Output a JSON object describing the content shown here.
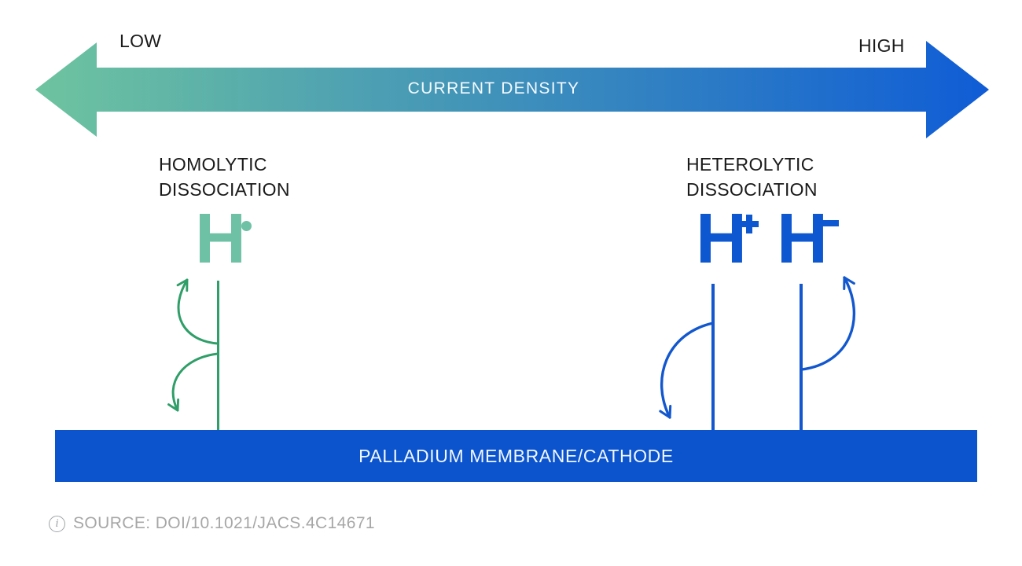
{
  "colors": {
    "teal_gradient_start": "#6EC49F",
    "teal_species": "#6FC1A6",
    "teal_stroke": "#2F9E68",
    "blue_gradient_end": "#0F5CD6",
    "blue_species": "#0D57D0",
    "blue_stroke": "#1257CE",
    "membrane_blue": "#0B54CD",
    "title_text": "#191919",
    "source_gray": "#A7A7A7"
  },
  "axis": {
    "low_label": "LOW",
    "high_label": "HIGH",
    "title": "CURRENT DENSITY"
  },
  "homolytic": {
    "title_line1": "HOMOLYTIC",
    "title_line2": "DISSOCIATION",
    "species_symbol": "H",
    "radical_dot": "•"
  },
  "heterolytic": {
    "title_line1": "HETEROLYTIC",
    "title_line2": "DISSOCIATION",
    "proton_symbol": "H",
    "proton_charge": "+",
    "hydride_symbol": "H",
    "hydride_charge": "−"
  },
  "membrane": {
    "label": "PALLADIUM MEMBRANE/CATHODE"
  },
  "source": {
    "icon": "info-icon",
    "info_glyph": "i",
    "text": "SOURCE: DOI/10.1021/JACS.4C14671"
  }
}
